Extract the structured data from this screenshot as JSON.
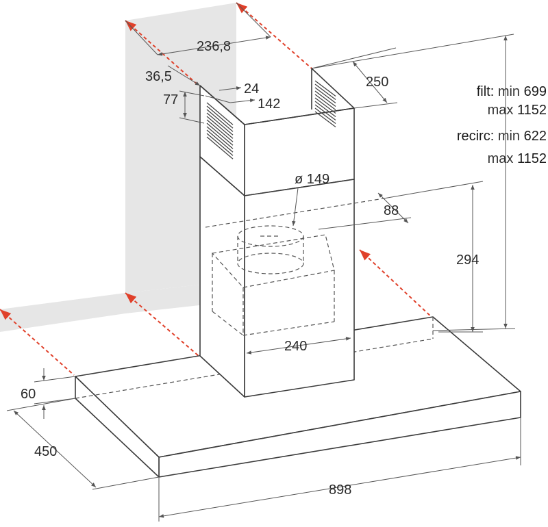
{
  "colors": {
    "wall": "#e6e6e6",
    "outline": "#3a3a3a",
    "dimension": "#555555",
    "hidden_line": "#555555",
    "wall_edge_marker": "#e0402a",
    "vent_grille": "#444444"
  },
  "icons": {
    "wall_edge_marker": "red-dashed-arrow",
    "vent": "vent-grille"
  },
  "dimensions": {
    "chimney_width": "236,8",
    "chimney_top_offset": "36,5",
    "chimney_depth": "250",
    "bracket_width": "24",
    "bracket_depth": "142",
    "bracket_height": "77",
    "outlet_diameter": "ø 149",
    "outlet_offset": "88",
    "outlet_height": "294",
    "motor_width": "240",
    "canopy_thickness": "60",
    "canopy_depth": "450",
    "canopy_width": "898"
  },
  "height_spec": {
    "filt_label": "filt:",
    "filt_min_label": "min",
    "filt_min": "699",
    "filt_max_label": "max",
    "filt_max": "1152",
    "recirc_label": "recirc:",
    "recirc_min_label": "min",
    "recirc_min": "622",
    "recirc_max_label": "max",
    "recirc_max": "1152"
  }
}
